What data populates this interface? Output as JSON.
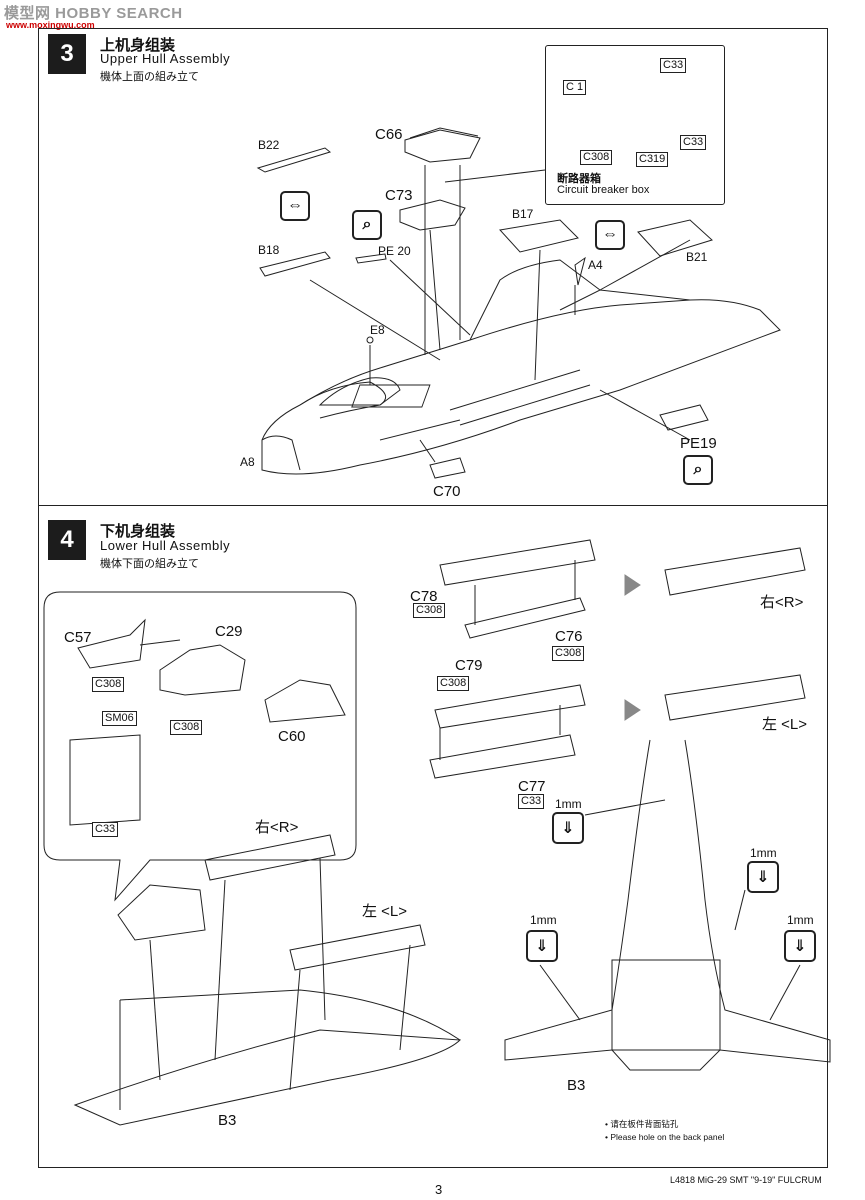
{
  "watermark": {
    "brand": "模型网 HOBBY SEARCH",
    "url": "www.moxingwu.com"
  },
  "step3": {
    "number": "3",
    "title_cn": "上机身组装",
    "title_en": "Upper Hull Assembly",
    "title_jp": "機体上面の組み立て",
    "callout": {
      "title_cn": "断路器箱",
      "title_en": "Circuit breaker box",
      "labels": [
        "C 1",
        "C33",
        "C33",
        "C308",
        "C319"
      ]
    },
    "part_labels": {
      "b22": "B22",
      "c66": "C66",
      "c73": "C73",
      "pe20": "PE 20",
      "b18": "B18",
      "b17": "B17",
      "a4": "A4",
      "b21": "B21",
      "e8": "E8",
      "a8": "A8",
      "pe19": "PE19",
      "c70": "C70"
    },
    "icons": [
      "double-arrow-icon",
      "magnifier-glue-icon",
      "double-arrow-icon",
      "magnifier-glue-icon"
    ]
  },
  "step4": {
    "number": "4",
    "title_cn": "下机身组装",
    "title_en": "Lower Hull Assembly",
    "title_jp": "機体下面の組み立て",
    "part_labels": {
      "c57": "C57",
      "c29": "C29",
      "c308a": "C308",
      "c308b": "C308",
      "c60": "C60",
      "sm06": "SM06",
      "c33a": "C33",
      "c78": "C78",
      "c308c": "C308",
      "c76": "C76",
      "c308d": "C308",
      "c79": "C79",
      "c308e": "C308",
      "c77": "C77",
      "c33b": "C33",
      "right1": "右<R>",
      "left1": "左 <L>",
      "right2": "右<R>",
      "left2": "左 <L>",
      "b3a": "B3",
      "b3b": "B3",
      "drill1": "1mm",
      "drill2": "1mm",
      "drill3": "1mm",
      "drill4": "1mm"
    },
    "notes": [
      "请在板件背面钻孔",
      "Please hole on the back panel"
    ]
  },
  "footer": {
    "product": "L4818 MiG-29 SMT \"9-19\" FULCRUM",
    "page": "3"
  },
  "colors": {
    "ink": "#111111",
    "step_box": "#1c1c1c",
    "watermark": "#9a9a9a",
    "watermark_url": "#cc0000"
  }
}
